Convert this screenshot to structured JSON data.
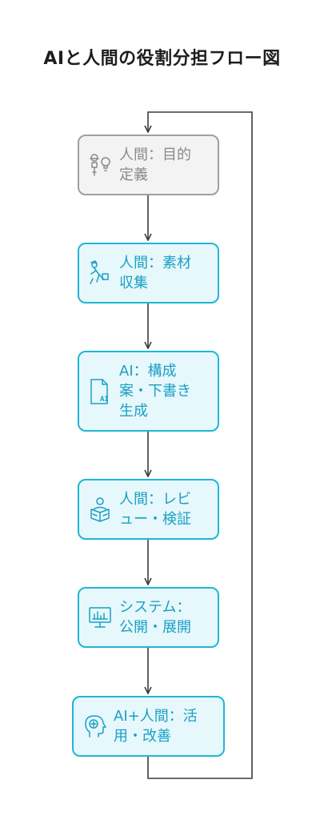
{
  "title": "AIと人間の役割分担フロー図",
  "nodes": [
    {
      "id": "define-purpose",
      "label": "人間：目的\n定義",
      "icon": "person-lightbulb-icon",
      "style": "gray"
    },
    {
      "id": "collect-materials",
      "label": "人間：素材\n収集",
      "icon": "person-carrying-icon",
      "style": "blue"
    },
    {
      "id": "generate-draft",
      "label": "AI：構成\n案・下書き\n生成",
      "icon": "ai-document-icon",
      "style": "blue"
    },
    {
      "id": "review-verify",
      "label": "人間：レビ\nュー・検証",
      "icon": "person-reading-icon",
      "style": "blue"
    },
    {
      "id": "publish-deploy",
      "label": "システム：\n公開・展開",
      "icon": "monitor-chart-icon",
      "style": "blue"
    },
    {
      "id": "improve",
      "label": "AI+人間：活\n用・改善",
      "icon": "head-plus-icon",
      "style": "blue"
    }
  ],
  "colors": {
    "accent": "#1fb6d6",
    "accent_fill": "#e6f8fc",
    "accent_text": "#1a9fc4",
    "gray_border": "#9f9f9f",
    "gray_fill": "#f3f3f3",
    "gray_text": "#8a8a8a",
    "connector": "#3c3c3c"
  }
}
